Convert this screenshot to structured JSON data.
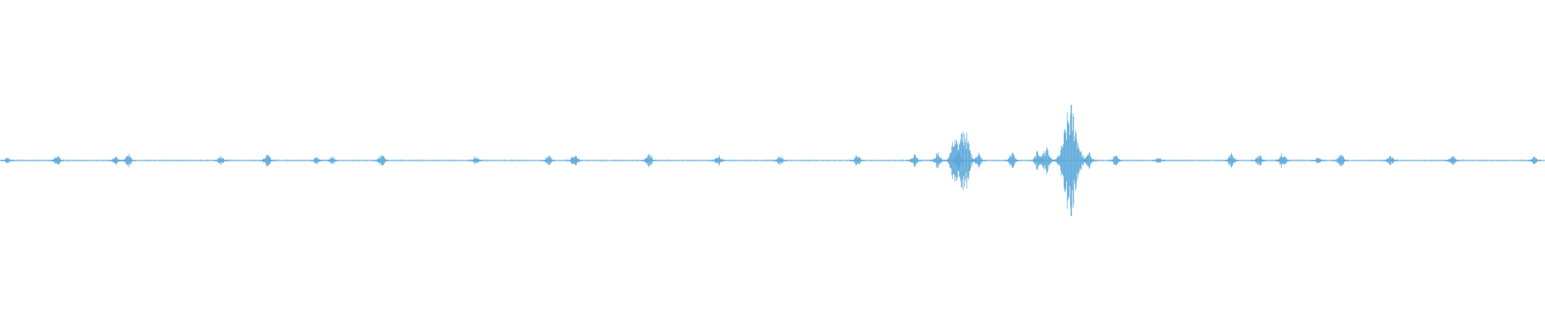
{
  "waveform": {
    "color": "#5aa8da",
    "background": "#ffffff",
    "amplitude_scale": 0.18,
    "bursts": [
      {
        "position": 0.005,
        "amplitude": 0.03
      },
      {
        "position": 0.037,
        "amplitude": 0.08
      },
      {
        "position": 0.075,
        "amplitude": 0.06
      },
      {
        "position": 0.083,
        "amplitude": 0.1
      },
      {
        "position": 0.143,
        "amplitude": 0.06
      },
      {
        "position": 0.173,
        "amplitude": 0.1
      },
      {
        "position": 0.205,
        "amplitude": 0.04
      },
      {
        "position": 0.215,
        "amplitude": 0.05
      },
      {
        "position": 0.247,
        "amplitude": 0.11
      },
      {
        "position": 0.308,
        "amplitude": 0.05
      },
      {
        "position": 0.355,
        "amplitude": 0.07
      },
      {
        "position": 0.372,
        "amplitude": 0.11
      },
      {
        "position": 0.42,
        "amplitude": 0.11
      },
      {
        "position": 0.465,
        "amplitude": 0.08
      },
      {
        "position": 0.505,
        "amplitude": 0.07
      },
      {
        "position": 0.555,
        "amplitude": 0.09
      },
      {
        "position": 0.592,
        "amplitude": 0.1
      },
      {
        "position": 0.607,
        "amplitude": 0.12
      },
      {
        "position": 0.618,
        "amplitude": 0.38
      },
      {
        "position": 0.624,
        "amplitude": 0.6
      },
      {
        "position": 0.633,
        "amplitude": 0.12
      },
      {
        "position": 0.655,
        "amplitude": 0.13
      },
      {
        "position": 0.672,
        "amplitude": 0.16
      },
      {
        "position": 0.677,
        "amplitude": 0.22
      },
      {
        "position": 0.693,
        "amplitude": 1.0
      },
      {
        "position": 0.705,
        "amplitude": 0.12
      },
      {
        "position": 0.722,
        "amplitude": 0.07
      },
      {
        "position": 0.75,
        "amplitude": 0.04
      },
      {
        "position": 0.797,
        "amplitude": 0.11
      },
      {
        "position": 0.815,
        "amplitude": 0.09
      },
      {
        "position": 0.83,
        "amplitude": 0.14
      },
      {
        "position": 0.853,
        "amplitude": 0.04
      },
      {
        "position": 0.868,
        "amplitude": 0.11
      },
      {
        "position": 0.9,
        "amplitude": 0.07
      },
      {
        "position": 0.94,
        "amplitude": 0.09
      },
      {
        "position": 0.993,
        "amplitude": 0.04
      }
    ]
  }
}
